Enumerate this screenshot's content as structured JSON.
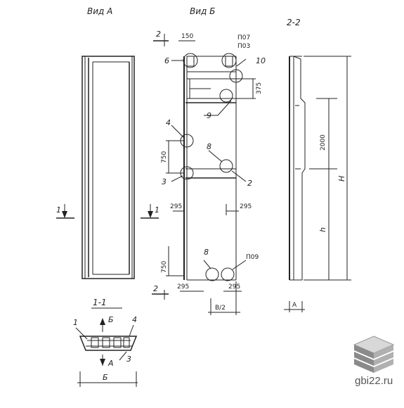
{
  "views": {
    "view_a_title": "Вид А",
    "view_b_title": "Вид Б",
    "section_22_title": "2-2",
    "section_11_title": "1-1"
  },
  "callouts": {
    "c1": "1",
    "c2": "2",
    "c3": "3",
    "c4": "4",
    "c6": "6",
    "c8": "8",
    "c9": "9",
    "c10": "10",
    "p07": "П07",
    "p03": "П03",
    "p09": "П09"
  },
  "dims": {
    "d150": "150",
    "d375": "375",
    "d750a": "750",
    "d750b": "750",
    "d295a": "295",
    "d295b": "295",
    "d295c": "295",
    "d295d": "295",
    "b_half": "B/2",
    "d2000": "2000",
    "H": "H",
    "h": "h",
    "B": "Б",
    "A": "А"
  },
  "section_marks": {
    "s2": "2",
    "s1": "1",
    "sB": "Б",
    "sA": "А"
  },
  "watermark": "gbi22.ru",
  "colors": {
    "ink": "#222222",
    "logo_top": "#d8d8d8",
    "logo_side": "#8a8a8a"
  }
}
